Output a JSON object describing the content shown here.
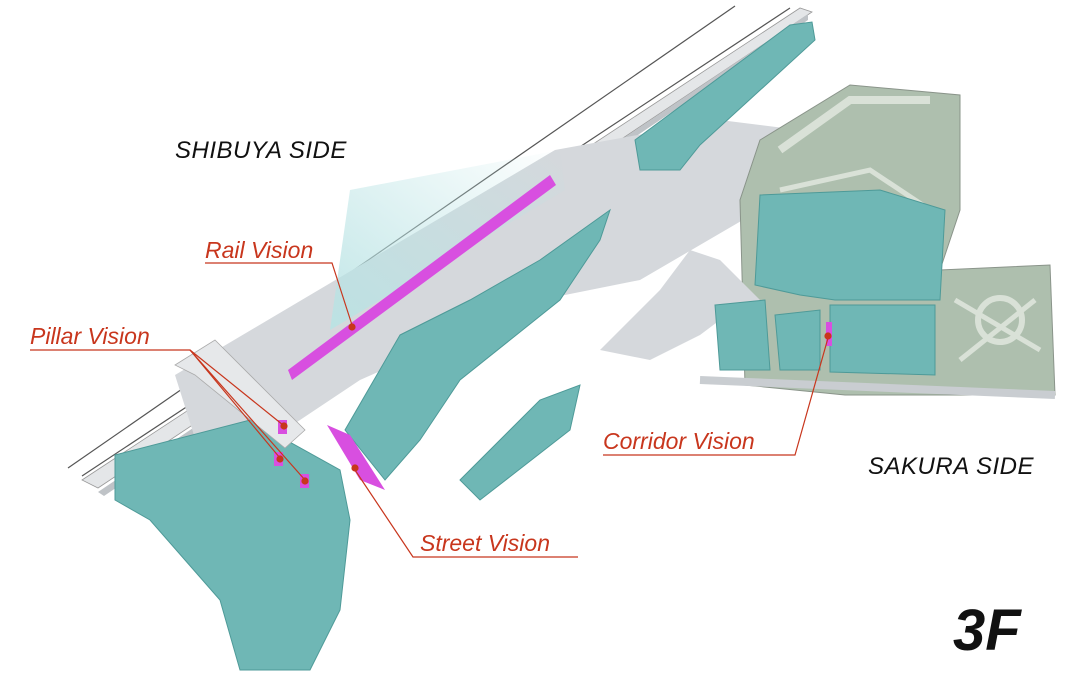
{
  "map": {
    "sides": {
      "shibuya": "SHIBUYA SIDE",
      "sakura": "SAKURA SIDE"
    },
    "floor": "3F",
    "callouts": {
      "rail": "Rail Vision",
      "pillar": "Pillar Vision",
      "street": "Street Vision",
      "corridor": "Corridor Vision"
    }
  },
  "colors": {
    "building": "#6fb7b5",
    "building_dark": "#4e9a98",
    "walkway": "#d5d8dc",
    "park": "#aebfae",
    "park_path": "#d9e1d7",
    "screen": "#d84fe0",
    "callout": "#c8361d",
    "rail_line": "#555555"
  }
}
